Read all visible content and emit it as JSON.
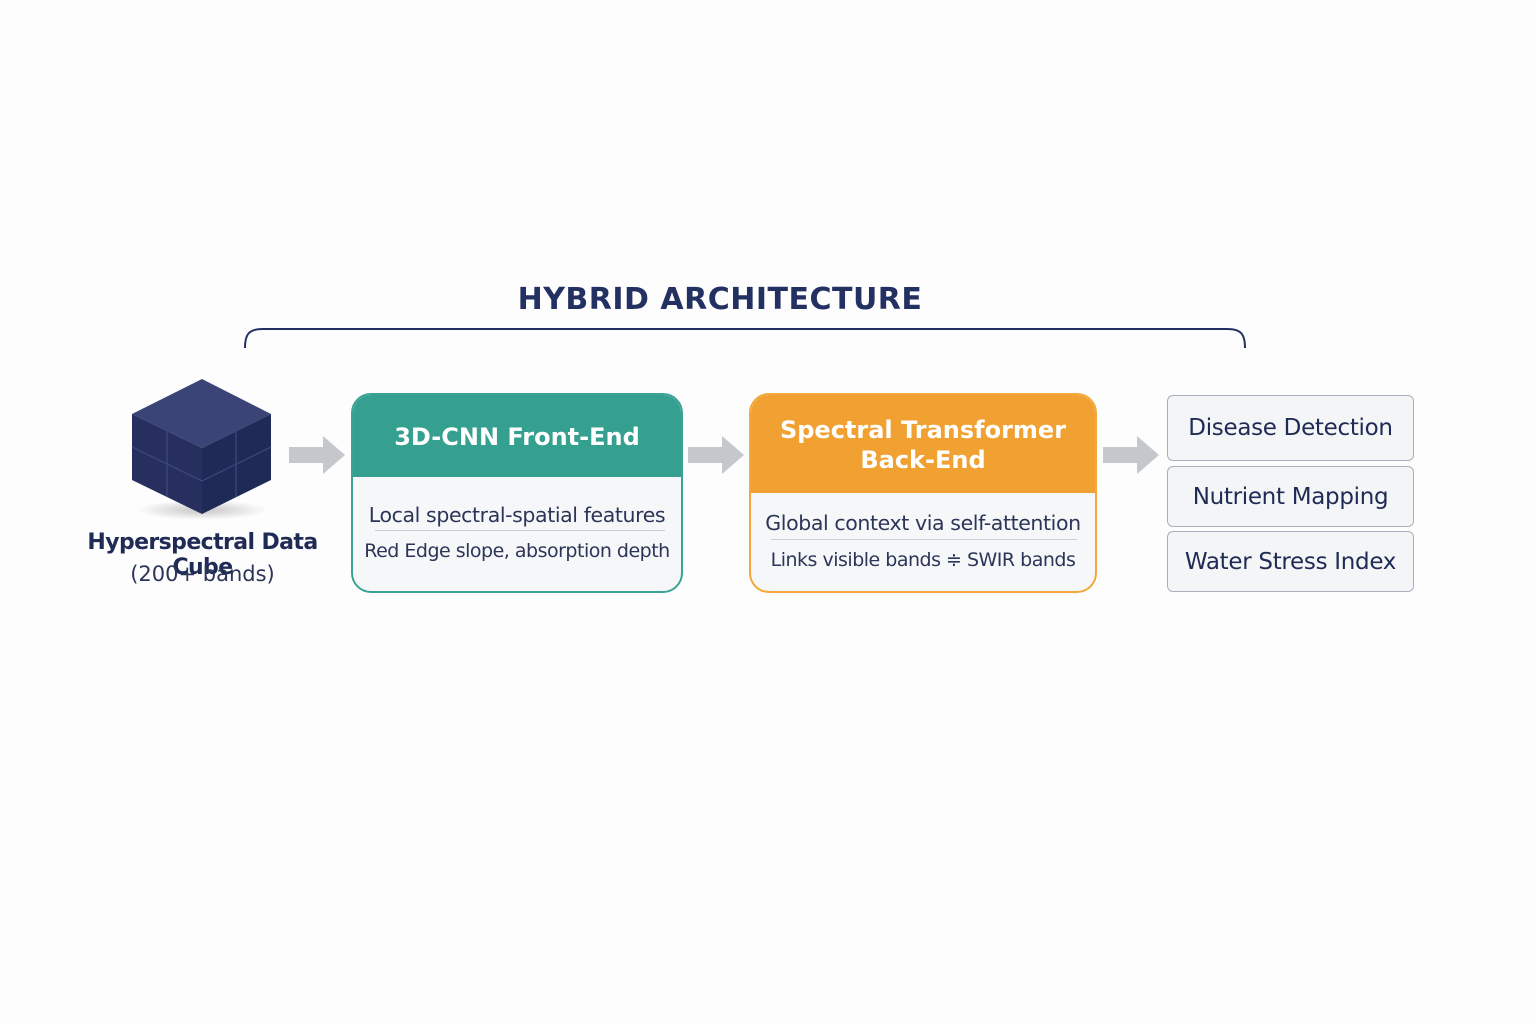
{
  "title": "HYBRID ARCHITECTURE",
  "input": {
    "label": "Hyperspectral Data Cube",
    "sublabel": "(200+ bands)",
    "icon": "data-cube-icon",
    "color": "#2b3566"
  },
  "cnn": {
    "title": "3D-CNN Front-End",
    "line1": "Local spectral-spatial features",
    "line2": "Red Edge slope, absorption depth",
    "color": "#36a090"
  },
  "transformer": {
    "title_line1": "Spectral Transformer",
    "title_line2": "Back-End",
    "line1": "Global context via self-attention",
    "line2": "Links visible bands ≑ SWIR bands",
    "color": "#f1a131"
  },
  "outputs": [
    {
      "label": "Disease Detection"
    },
    {
      "label": "Nutrient Mapping"
    },
    {
      "label": "Water Stress Index"
    }
  ],
  "arrow_color": "#c4c7cc",
  "accent_color": "#233062"
}
